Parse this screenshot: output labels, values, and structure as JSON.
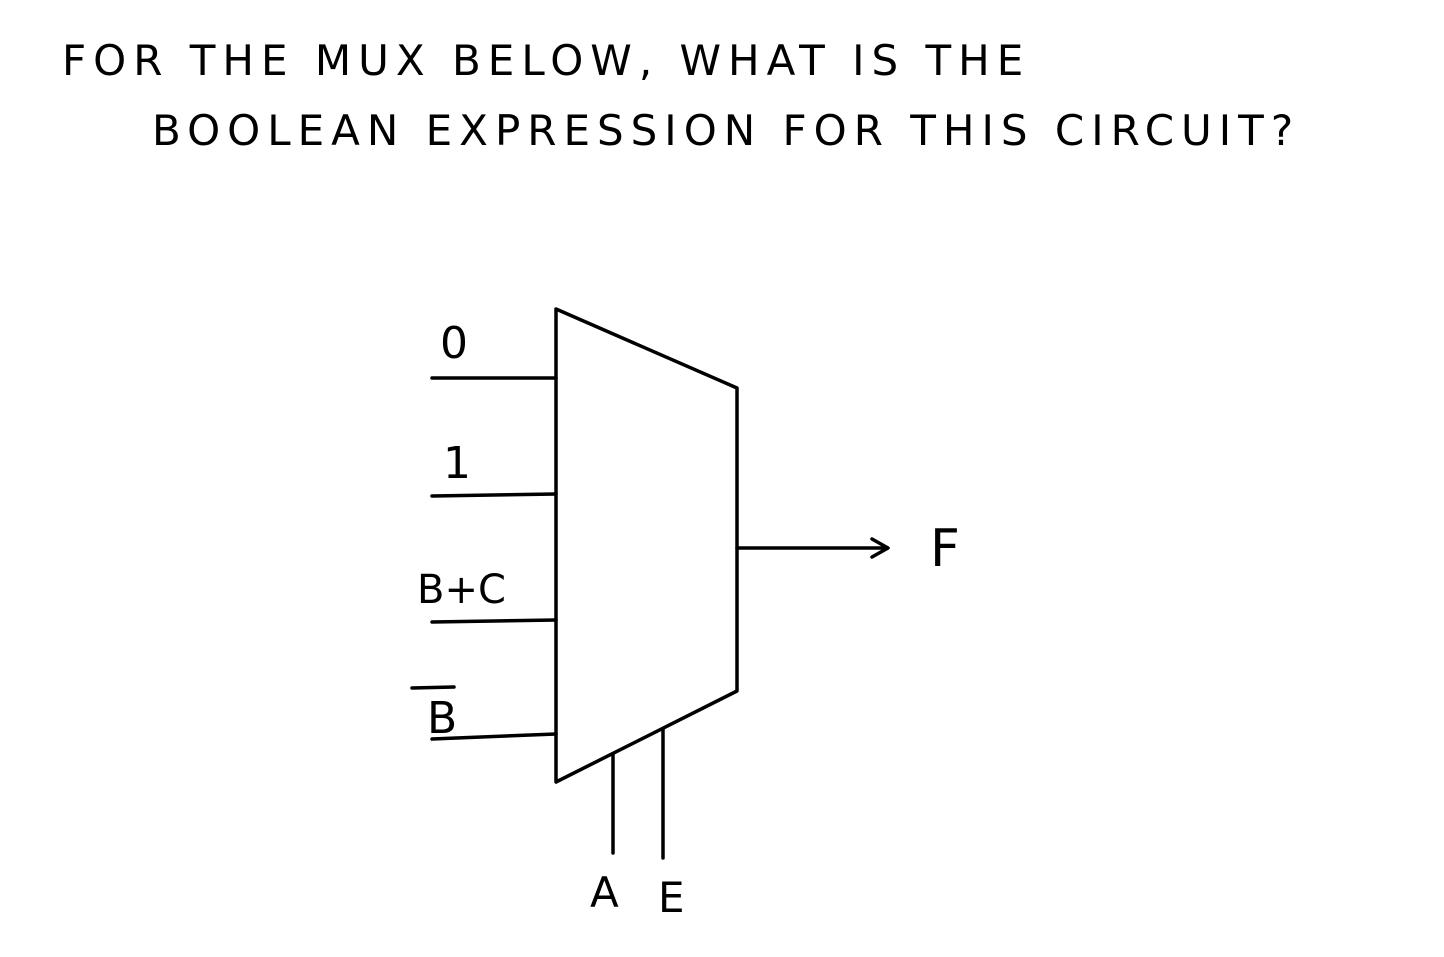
{
  "question": {
    "line1": "FOR THE MUX  BELOW, WHAT IS THE",
    "line2": "BOOLEAN EXPRESSION FOR THIS CIRCUIT?"
  },
  "mux": {
    "inputs": [
      "0",
      "1",
      "B+C",
      "B"
    ],
    "input_overbar": [
      false,
      false,
      false,
      true
    ],
    "selects": [
      "A",
      "E"
    ],
    "output": "F"
  }
}
